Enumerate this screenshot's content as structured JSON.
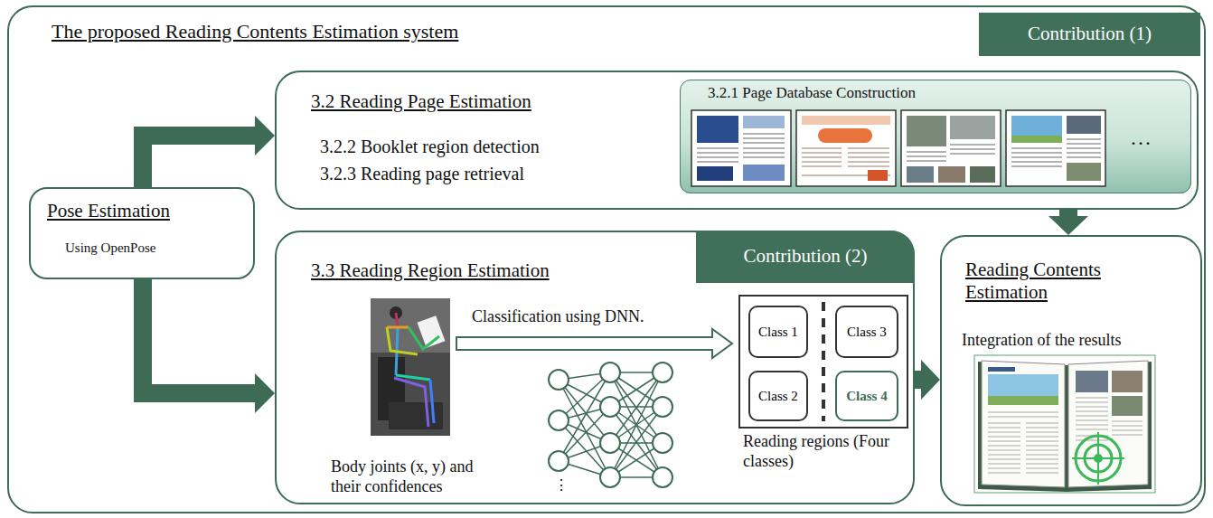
{
  "diagram": {
    "nodes": [
      {
        "text": [
          "The proposed Reading Contents Estimation system"
        ]
      },
      {
        "text": [
          "Contribution (1)"
        ],
        "in": 0
      },
      {
        "text": [
          "Pose Estimation",
          "Using OpenPose"
        ],
        "in": 0
      },
      {
        "text": [
          "3.2 Reading Page Estimation",
          "3.2.2 Booklet region detection",
          "3.2.3 Reading page retrieval"
        ],
        "in": 0
      },
      {
        "text": [
          "3.2.1 Page Database Construction"
        ],
        "in": 3
      },
      {
        "text": [
          "3.3 Reading Region Estimation"
        ],
        "in": 0
      },
      {
        "text": [
          "Contribution (2)"
        ],
        "in": 5
      },
      {
        "text": [
          "Class 1"
        ],
        "in": 5
      },
      {
        "text": [
          "Class 2"
        ],
        "in": 5
      },
      {
        "text": [
          "Class 3"
        ],
        "in": 5
      },
      {
        "text": [
          "Class 4"
        ],
        "in": 5
      },
      {
        "text": [
          "Reading Contents Estimation",
          "Integration of the results"
        ],
        "in": 0
      }
    ],
    "edges": [
      {
        "from": 2,
        "to": 3,
        "arrow": "to"
      },
      {
        "from": 2,
        "to": 5,
        "arrow": "to"
      },
      {
        "from": 3,
        "to": 11,
        "arrow": "to"
      },
      {
        "from": 5,
        "to": 11,
        "arrow": "to"
      }
    ],
    "labels": [
      "Classification using DNN.",
      "Body joints (x, y) and their confidences",
      "Reading regions (Four classes)",
      "…",
      "⋮"
    ]
  }
}
